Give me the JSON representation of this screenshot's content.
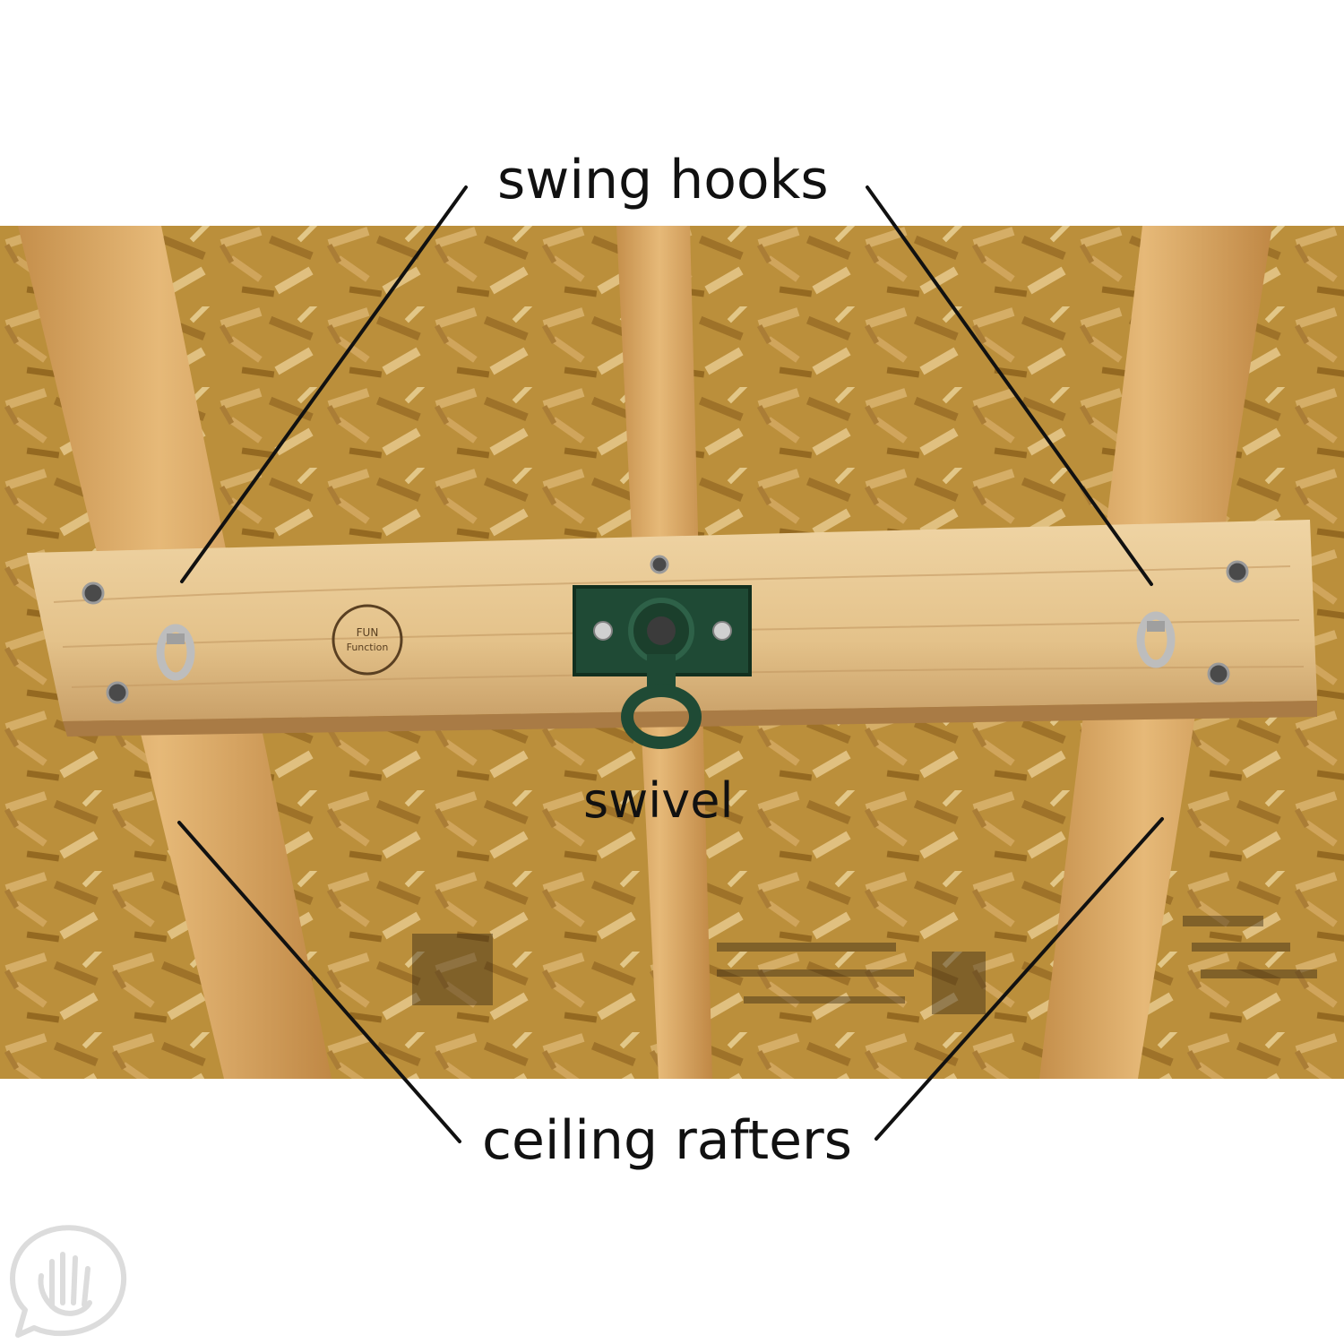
{
  "labels": {
    "swing_hooks": "swing hooks",
    "swivel": "swivel",
    "ceiling_rafters": "ceiling rafters"
  },
  "board_logo": {
    "line1": "FUN",
    "line2": "Function"
  },
  "colors": {
    "osb": "#c99a4a",
    "rafter": "#d9a766",
    "board": "#e8c690",
    "bracket": "#1f4a35",
    "hardware": "#b8b8b8",
    "leader_line": "#111111",
    "brand_mark": "#dddddd"
  },
  "icons": [
    "hand-logo-icon"
  ]
}
